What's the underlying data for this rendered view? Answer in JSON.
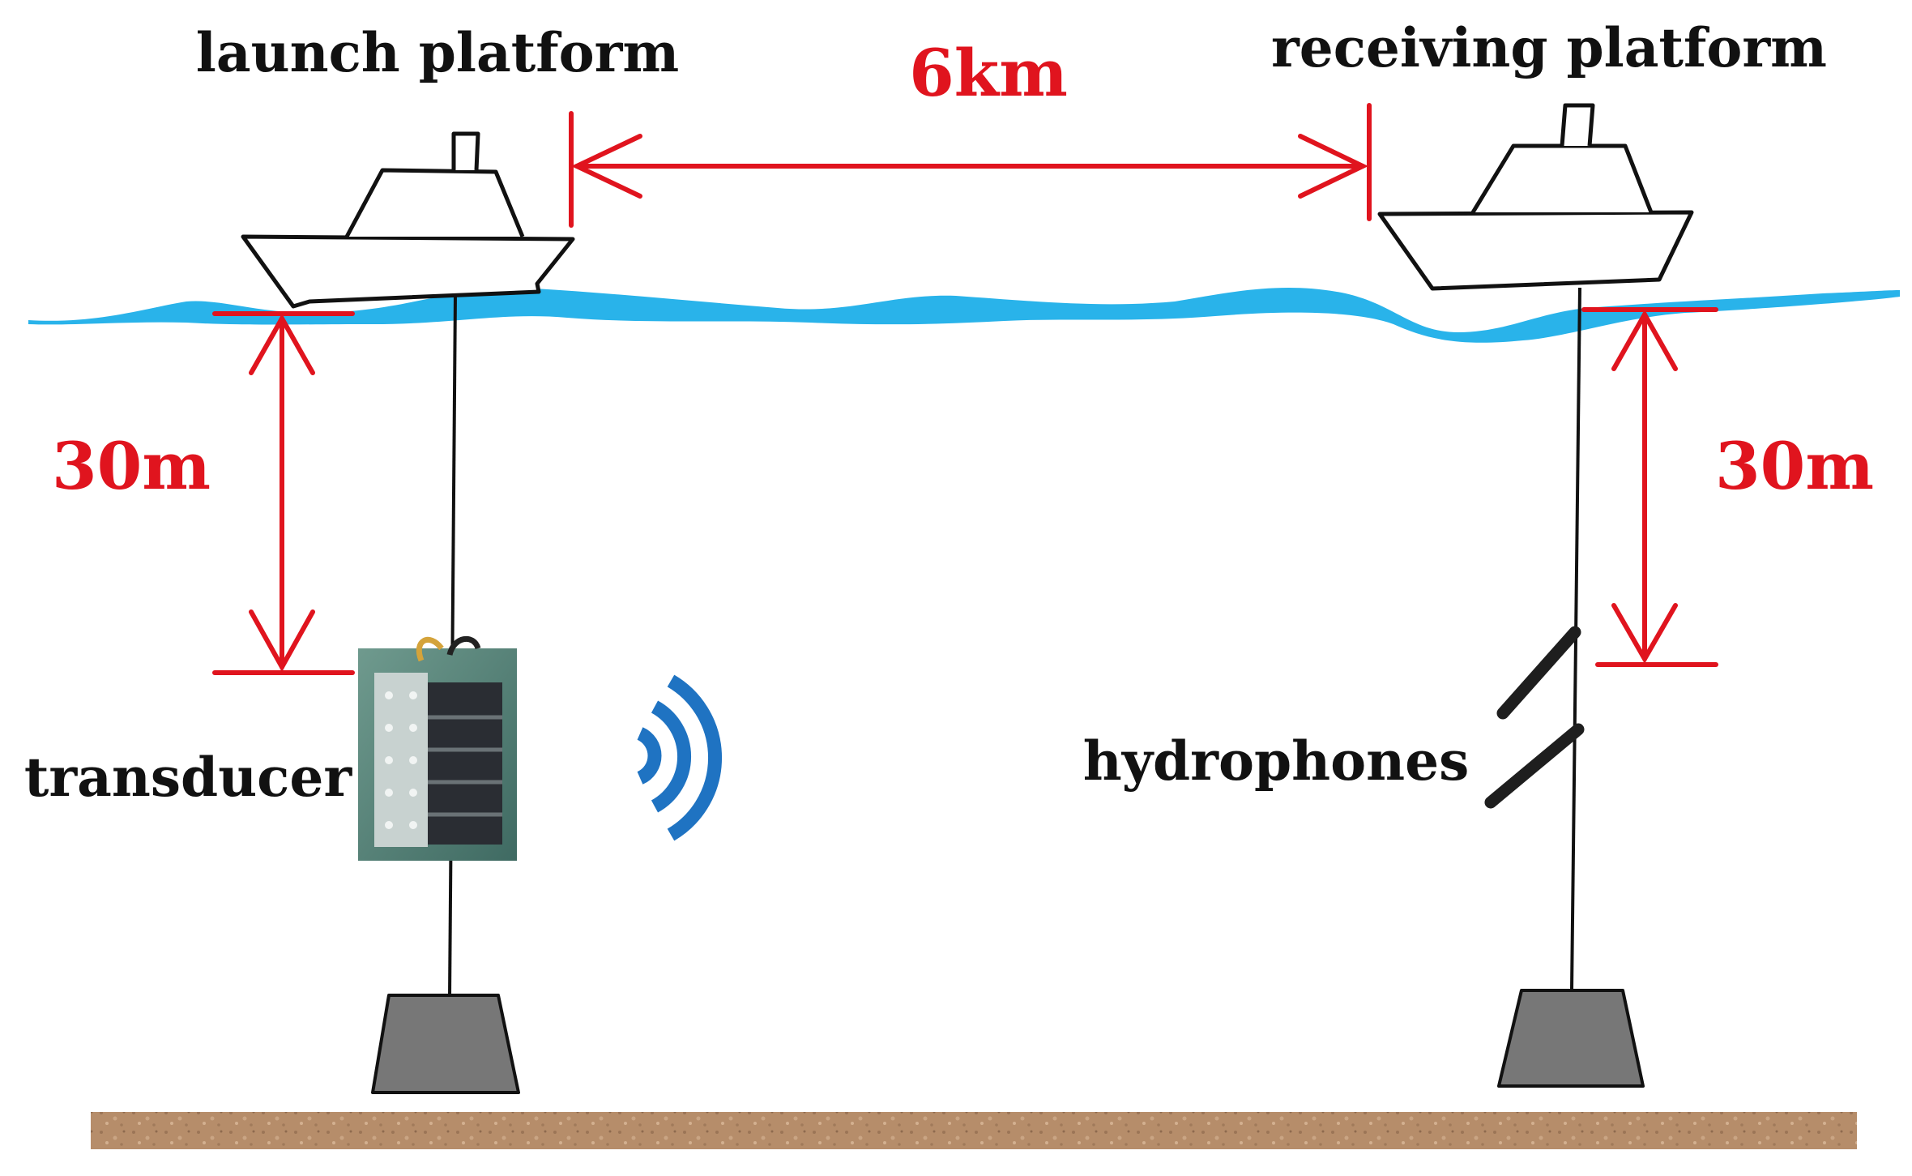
{
  "labels": {
    "launch_platform": "launch platform",
    "receiving_platform": "receiving platform",
    "distance": "6km",
    "depth_left": "30m",
    "depth_right": "30m",
    "transducer": "transducer",
    "hydrophones": "hydrophones"
  },
  "colors": {
    "annotation": "#e0141e",
    "water": "#29b3ea",
    "signal": "#1f73c2",
    "anchor": "#777777",
    "seabed": "#b38b69"
  },
  "icons": {
    "launch_ship": "ship-icon",
    "receiving_ship": "ship-icon",
    "signal": "sound-wave-icon",
    "anchor": "anchor-weight-icon"
  }
}
